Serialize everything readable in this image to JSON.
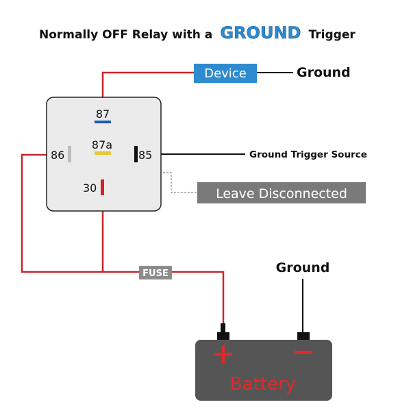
{
  "title": {
    "prefix": "Normally OFF Relay with a",
    "accent": "GROUND",
    "suffix": "Trigger"
  },
  "relay": {
    "pins": {
      "p87": "87",
      "p87a": "87a",
      "p86": "86",
      "p85": "85",
      "p30": "30"
    },
    "pin_colors": {
      "p87": "#1f57b5",
      "p87a": "#e8c832",
      "p86": "#bdbdbd",
      "p85": "#111111",
      "p30": "#d62027"
    }
  },
  "labels": {
    "device": "Device",
    "device_ground": "Ground",
    "ground_trigger_source": "Ground Trigger Source",
    "leave_disconnected": "Leave Disconnected",
    "fuse": "FUSE",
    "battery_ground": "Ground",
    "battery": "Battery",
    "battery_plus": "+",
    "battery_minus": "−"
  },
  "colors": {
    "wire_positive": "#c8252c",
    "wire_ground": "#111111",
    "accent_blue": "#2e8bcf",
    "device_box": "#2e8bcf",
    "grey_box": "#7a7a7a",
    "battery_body": "#555555",
    "battery_text": "#e02a2a",
    "relay_fill": "#ebebeb"
  }
}
